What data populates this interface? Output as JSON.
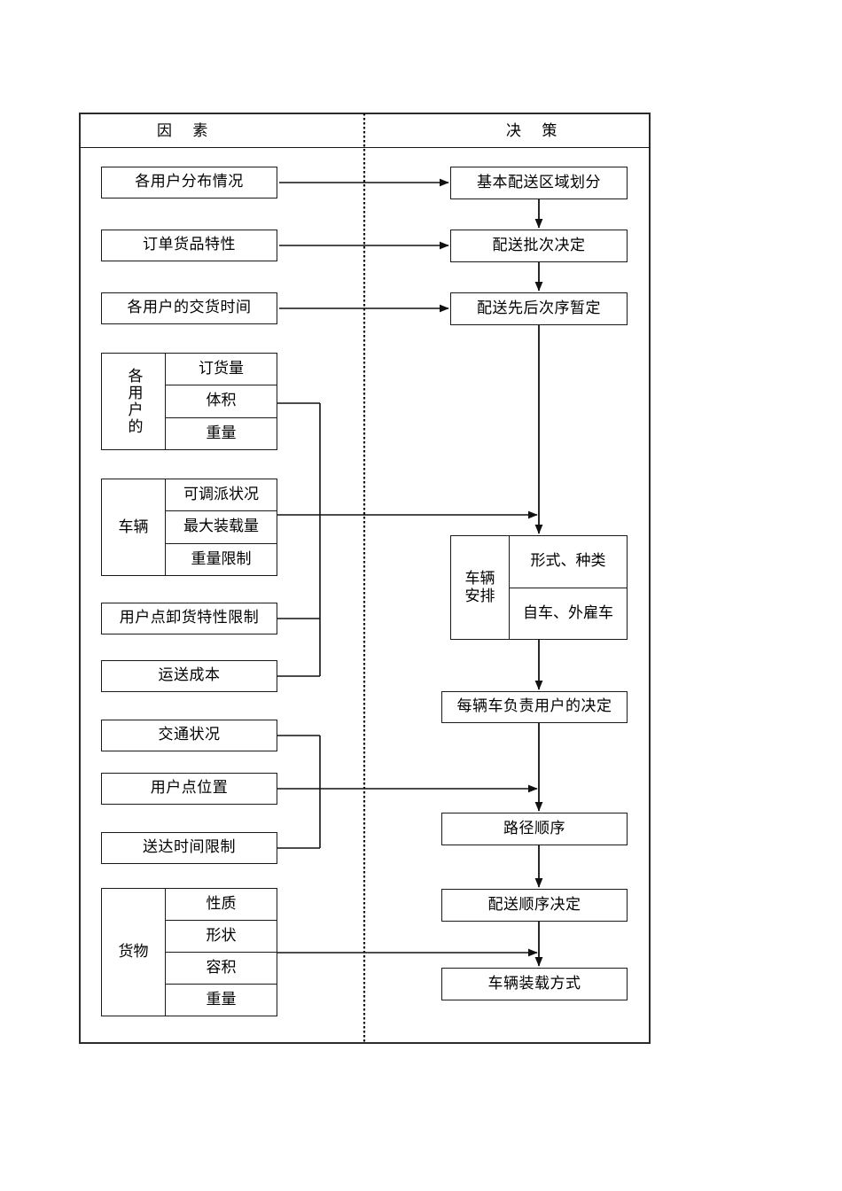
{
  "diagram": {
    "title_left": "因  素",
    "title_right": "决  策",
    "accent_color": "#1a1a1a"
  },
  "factors": {
    "simple_boxes": [
      {
        "id": "customer-distribution",
        "label": "各用户分布情况"
      },
      {
        "id": "order-goods-property",
        "label": "订单货品特性"
      },
      {
        "id": "customer-delivery-time",
        "label": "各用户的交货时间"
      },
      {
        "id": "unload-property-limit",
        "label": "用户点卸货特性限制"
      },
      {
        "id": "transport-cost",
        "label": "运送成本"
      },
      {
        "id": "traffic-condition",
        "label": "交通状况"
      },
      {
        "id": "customer-point-location",
        "label": "用户点位置"
      },
      {
        "id": "arrival-time-limit",
        "label": "送达时间限制"
      }
    ],
    "groups": [
      {
        "id": "each-customer",
        "label": "各用户的",
        "rows": [
          "订货量",
          "体积",
          "重量"
        ]
      },
      {
        "id": "vehicle",
        "label": "车辆",
        "rows": [
          "可调派状况",
          "最大装载量",
          "重量限制"
        ]
      },
      {
        "id": "goods",
        "label": "货物",
        "rows": [
          "性质",
          "形状",
          "容积",
          "重量"
        ]
      }
    ]
  },
  "decisions": {
    "boxes": [
      {
        "id": "basic-delivery-zone",
        "label": "基本配送区域划分"
      },
      {
        "id": "delivery-batch",
        "label": "配送批次决定"
      },
      {
        "id": "delivery-order-tentative",
        "label": "配送先后次序暂定"
      },
      {
        "id": "per-vehicle-customer",
        "label": "每辆车负责用户的决定"
      },
      {
        "id": "route-sequence",
        "label": "路径顺序"
      },
      {
        "id": "delivery-sequence",
        "label": "配送顺序决定"
      },
      {
        "id": "vehicle-loading-method",
        "label": "车辆装载方式"
      }
    ],
    "groups": [
      {
        "id": "vehicle-arrangement",
        "label": "车辆\n安排",
        "label_line1": "车辆",
        "label_line2": "安排",
        "rows": [
          "形式、种类",
          "自车、外雇车"
        ]
      }
    ]
  }
}
